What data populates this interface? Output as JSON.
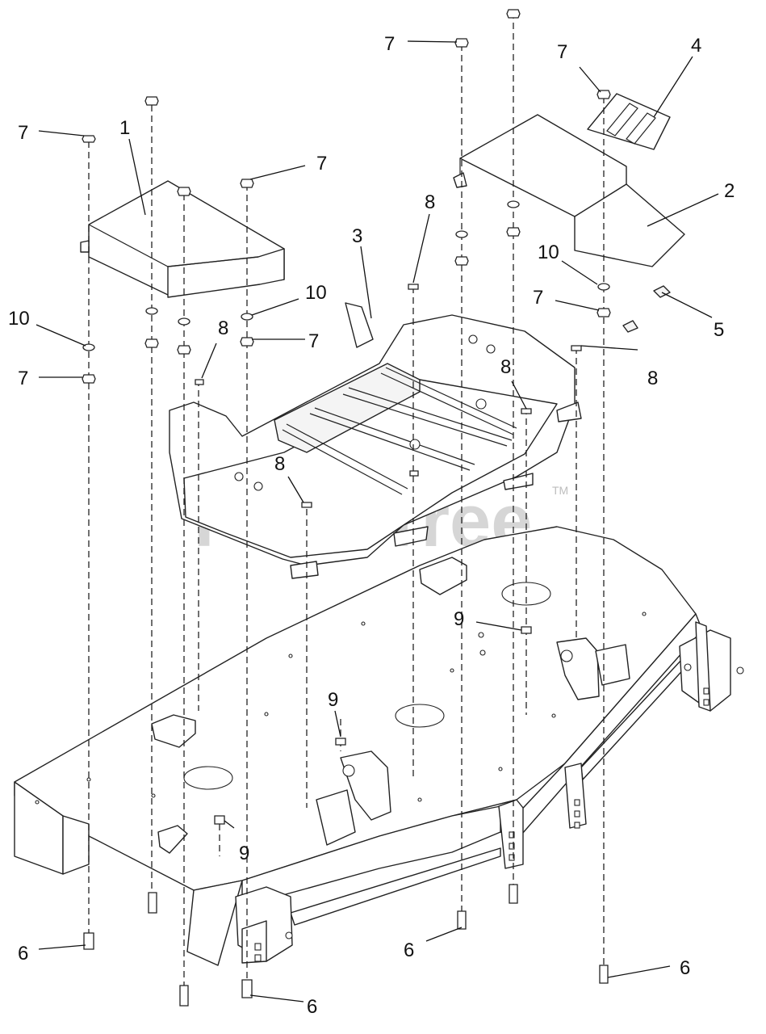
{
  "diagram": {
    "watermark": "PartsTree",
    "watermark_tm": "TM",
    "callouts": [
      {
        "id": "c1",
        "text": "1"
      },
      {
        "id": "c2",
        "text": "2"
      },
      {
        "id": "c3",
        "text": "3"
      },
      {
        "id": "c4",
        "text": "4"
      },
      {
        "id": "c5",
        "text": "5"
      },
      {
        "id": "c6a",
        "text": "6"
      },
      {
        "id": "c6b",
        "text": "6"
      },
      {
        "id": "c6c",
        "text": "6"
      },
      {
        "id": "c6d",
        "text": "6"
      },
      {
        "id": "c7a",
        "text": "7"
      },
      {
        "id": "c7b",
        "text": "7"
      },
      {
        "id": "c7c",
        "text": "7"
      },
      {
        "id": "c7d",
        "text": "7"
      },
      {
        "id": "c7e",
        "text": "7"
      },
      {
        "id": "c7f",
        "text": "7"
      },
      {
        "id": "c7g",
        "text": "7"
      },
      {
        "id": "c8a",
        "text": "8"
      },
      {
        "id": "c8b",
        "text": "8"
      },
      {
        "id": "c8c",
        "text": "8"
      },
      {
        "id": "c8d",
        "text": "8"
      },
      {
        "id": "c8e",
        "text": "8"
      },
      {
        "id": "c9a",
        "text": "9"
      },
      {
        "id": "c9b",
        "text": "9"
      },
      {
        "id": "c9c",
        "text": "9"
      },
      {
        "id": "c10a",
        "text": "10"
      },
      {
        "id": "c10b",
        "text": "10"
      },
      {
        "id": "c10c",
        "text": "10"
      }
    ]
  }
}
